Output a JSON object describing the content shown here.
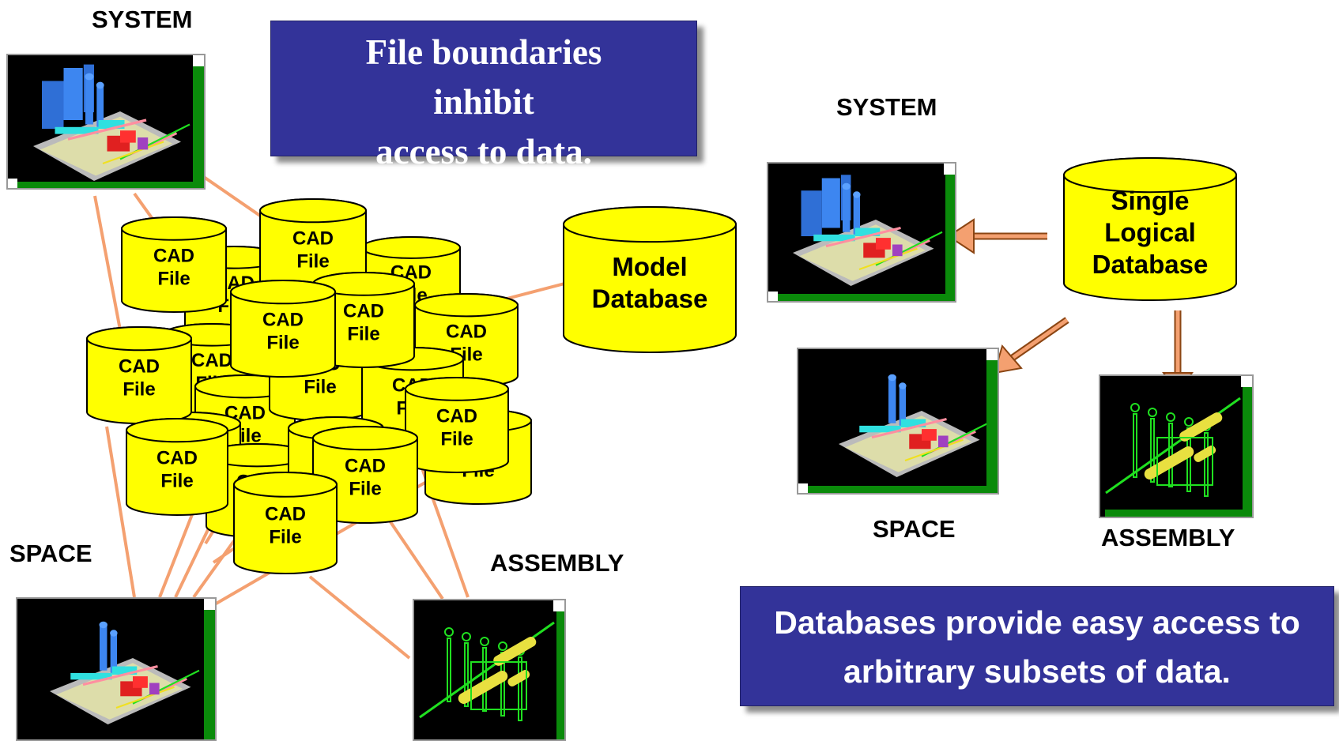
{
  "left": {
    "labels": {
      "system": "SYSTEM",
      "space": "SPACE",
      "assembly": "ASSEMBLY"
    },
    "banner": [
      "File boundaries",
      "inhibit",
      "access to data."
    ],
    "cad_file_label": [
      "CAD",
      "File"
    ],
    "model_db": [
      "Model",
      "Database"
    ]
  },
  "right": {
    "labels": {
      "system": "SYSTEM",
      "space": "SPACE",
      "assembly": "ASSEMBLY"
    },
    "single_db": [
      "Single",
      "Logical",
      "Database"
    ],
    "banner": [
      "Databases provide easy access to",
      "arbitrary subsets of data."
    ]
  },
  "colors": {
    "cylinder_fill": "#ffff00",
    "banner_bg": "#333399",
    "connector": "#f4a070",
    "arrow_fill": "#f4a070",
    "arrow_stroke": "#8b4513",
    "screen_bg": "#000000",
    "screen_frame": "#0a8a0a"
  },
  "icons": [
    "system-plant-render",
    "space-plant-render",
    "assembly-piping-render"
  ]
}
